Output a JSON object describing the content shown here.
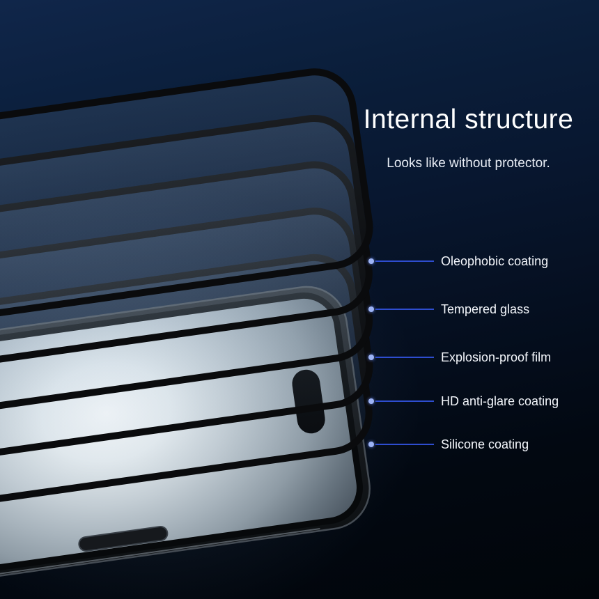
{
  "header": {
    "title": "Internal structure",
    "subtitle": "Looks like without protector."
  },
  "labels": [
    {
      "text": "Oleophobic coating"
    },
    {
      "text": "Tempered glass"
    },
    {
      "text": "Explosion-proof film"
    },
    {
      "text": "HD anti-glare coating"
    },
    {
      "text": "Silicone coating"
    }
  ],
  "illustration": {
    "subject": "smartphone with fanned screen-protector layers",
    "layer_count": 5
  },
  "colors": {
    "leader_line": "#2e4dcf",
    "leader_dot": "#9db4f5",
    "title_text": "#ffffff",
    "label_text": "#f4f7fc",
    "background_top": "#10264a",
    "background_bottom": "#01050a"
  }
}
